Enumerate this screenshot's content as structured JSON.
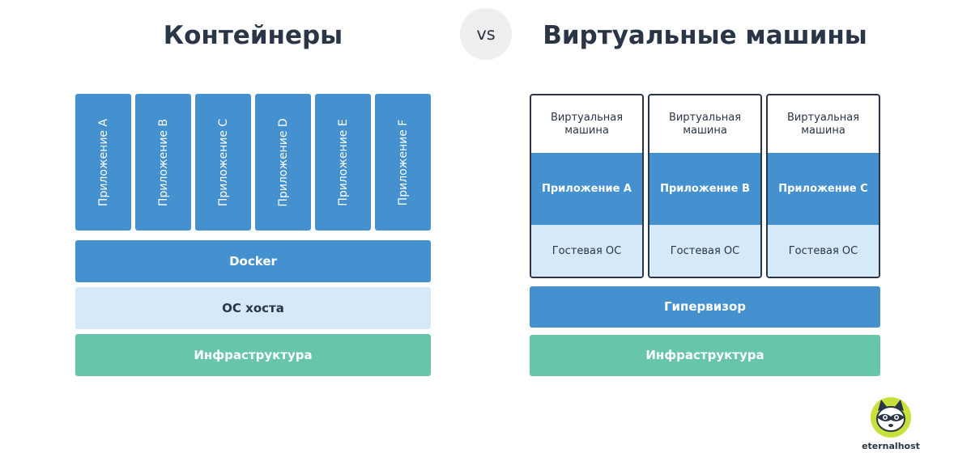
{
  "header": {
    "left_title": "Контейнеры",
    "vs": "vs",
    "right_title": "Виртуальные машины"
  },
  "containers": {
    "apps": [
      "Приложение A",
      "Приложение B",
      "Приложение C",
      "Приложение D",
      "Приложение E",
      "Приложение F"
    ],
    "docker": "Docker",
    "host_os": "ОС хоста",
    "infrastructure": "Инфраструктура"
  },
  "vms": {
    "machines": [
      {
        "title": "Виртуальная машина",
        "app": "Приложение A",
        "os": "Гостевая ОС"
      },
      {
        "title": "Виртуальная машина",
        "app": "Приложение B",
        "os": "Гостевая ОС"
      },
      {
        "title": "Виртуальная машина",
        "app": "Приложение C",
        "os": "Гостевая ОС"
      }
    ],
    "hypervisor": "Гипервизор",
    "infrastructure": "Инфраструктура"
  },
  "logo": {
    "text": "eternalhost",
    "icon": "raccoon-icon"
  },
  "colors": {
    "blue": "#4590cf",
    "light_blue": "#d5e9f8",
    "green": "#66c5ab",
    "dark": "#2a3546",
    "logo_lime": "#c8e03c"
  }
}
